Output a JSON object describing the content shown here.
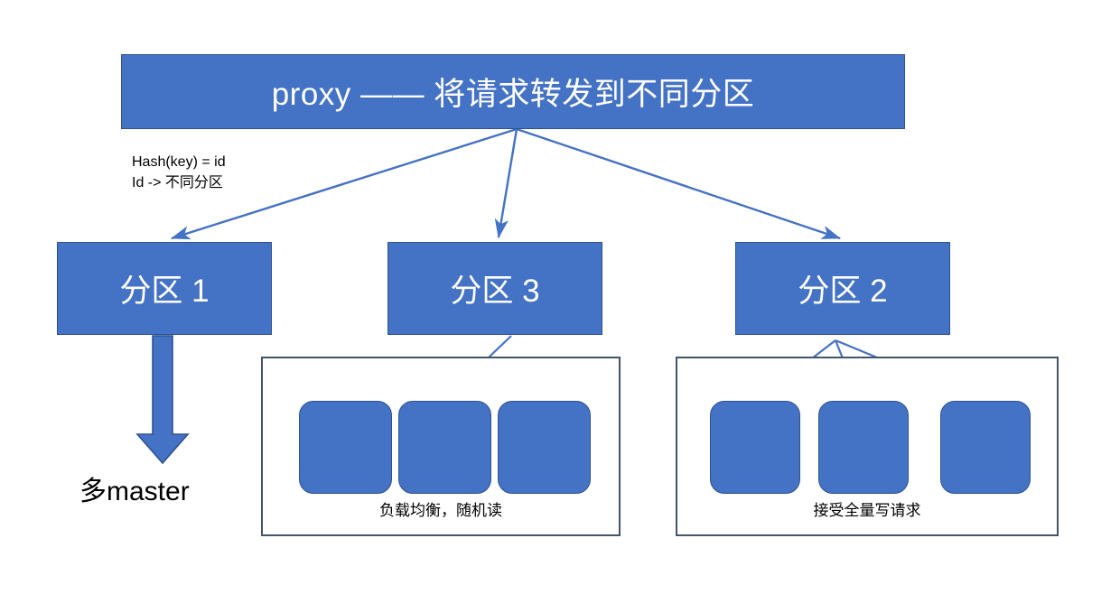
{
  "diagram": {
    "title_box": {
      "label": "proxy —— 将请求转发到不同分区"
    },
    "annotation": {
      "line1": "Hash(key) = id",
      "line2": "Id -> 不同分区"
    },
    "partitions": [
      {
        "label": "分区 1",
        "name": "partition-1"
      },
      {
        "label": "分区 3",
        "name": "partition-3"
      },
      {
        "label": "分区 2",
        "name": "partition-2"
      }
    ],
    "master_label": "多master",
    "groups": [
      {
        "caption": "负载均衡，随机读",
        "node_count": 3
      },
      {
        "caption": "接受全量写请求",
        "node_count": 3
      }
    ],
    "colors": {
      "box_fill": "#4472C4",
      "box_border": "#2F528F",
      "container_border": "#44546A",
      "arrow": "#4472C4",
      "text_on_box": "#FFFFFF",
      "text_plain": "#000000",
      "background": "#FFFFFF"
    }
  }
}
